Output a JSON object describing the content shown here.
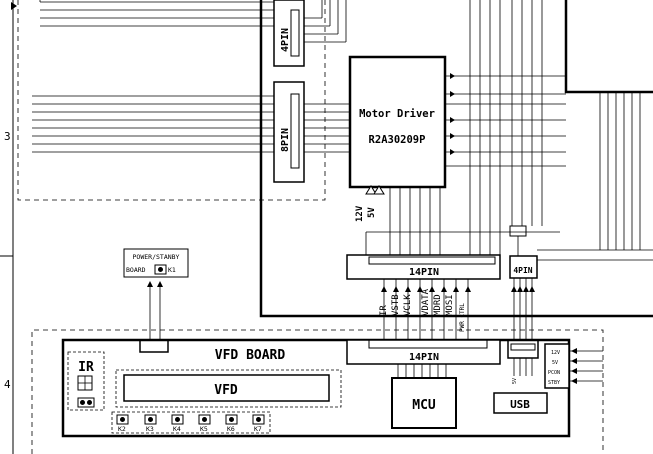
{
  "row_labels": {
    "row3": "3",
    "row4": "4"
  },
  "connectors": {
    "top_4pin": "4PIN",
    "left_8pin": "8PIN",
    "main_14pin": "14PIN",
    "side_4pin": "4PIN",
    "vfd_14pin": "14PIN"
  },
  "motor_driver": {
    "title": "Motor Driver",
    "part": "R2A30209P"
  },
  "supply_labels": {
    "v12": "12V",
    "v5": "5V"
  },
  "power_standby": {
    "line1": "POWER/STANBY",
    "line2": "BOARD",
    "k1": "K1"
  },
  "vfd_board": {
    "title": "VFD  BOARD",
    "vfd": "VFD",
    "ir": "IR",
    "mcu": "MCU",
    "usb": "USB"
  },
  "signals": [
    "IR",
    "VSTB",
    "VCLK",
    "VDATA",
    "MDRD",
    "MOSI",
    "PWR CTRL"
  ],
  "keys": [
    "K2",
    "K3",
    "K4",
    "K5",
    "K6",
    "K7"
  ],
  "power_pins": [
    "12V",
    "5V",
    "PCON",
    "STBY"
  ],
  "side_pins": [
    "5V"
  ]
}
